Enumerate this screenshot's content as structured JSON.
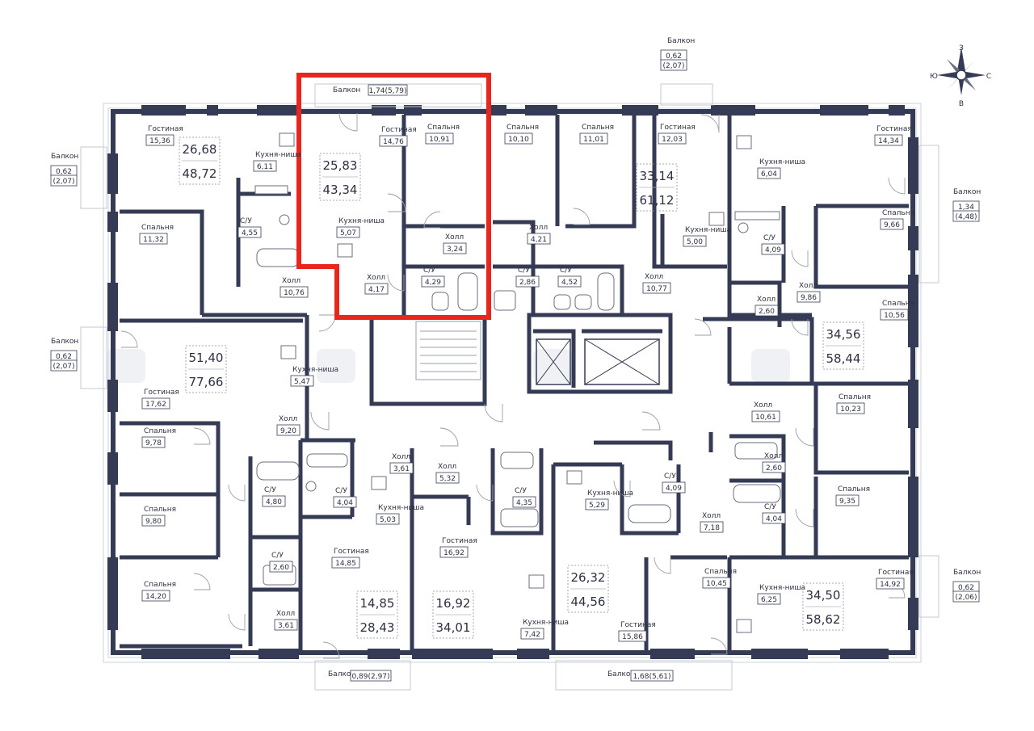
{
  "colors": {
    "wall": "#363b55",
    "highlight": "#e8261d",
    "text": "#2d3142"
  },
  "compass": {
    "n": "З",
    "w": "Ю",
    "e": "С",
    "s": "В"
  },
  "apartments": [
    {
      "id": "a1",
      "living": "26,68",
      "total": "48,72"
    },
    {
      "id": "a2",
      "living": "25,83",
      "total": "43,34",
      "highlighted": true
    },
    {
      "id": "a3",
      "living": "33,14",
      "total": "61,12"
    },
    {
      "id": "a4",
      "living": "51,40",
      "total": "77,66"
    },
    {
      "id": "a5",
      "living": "34,56",
      "total": "58,44"
    },
    {
      "id": "a6",
      "living": "14,85",
      "total": "28,43"
    },
    {
      "id": "a7",
      "living": "16,92",
      "total": "34,01"
    },
    {
      "id": "a8",
      "living": "26,32",
      "total": "44,56"
    },
    {
      "id": "a9",
      "living": "34,50",
      "total": "58,62"
    }
  ],
  "rooms": [
    {
      "label": "Гостиная",
      "value": "15,36"
    },
    {
      "label": "Кухня-ниша",
      "value": "6,11"
    },
    {
      "label": "С/У",
      "value": "4,55"
    },
    {
      "label": "Спальня",
      "value": "11,32"
    },
    {
      "label": "Холл",
      "value": "10,76"
    },
    {
      "label": "Гостиная",
      "value": "14,76"
    },
    {
      "label": "Спальня",
      "value": "10,91"
    },
    {
      "label": "Кухня-ниша",
      "value": "5,07"
    },
    {
      "label": "Холл",
      "value": "3,24"
    },
    {
      "label": "Холл",
      "value": "4,17"
    },
    {
      "label": "С/У",
      "value": "4,29"
    },
    {
      "label": "Спальня",
      "value": "10,10"
    },
    {
      "label": "Холл",
      "value": "4,21"
    },
    {
      "label": "С/У",
      "value": "2,86"
    },
    {
      "label": "Спальня",
      "value": "11,01"
    },
    {
      "label": "С/У",
      "value": "4,52"
    },
    {
      "label": "Гостиная",
      "value": "12,03"
    },
    {
      "label": "Кухня-ниша",
      "value": "5,00"
    },
    {
      "label": "Холл",
      "value": "10,77"
    },
    {
      "label": "Гостиная",
      "value": "14,34"
    },
    {
      "label": "Кухня-ниша",
      "value": "6,04"
    },
    {
      "label": "С/У",
      "value": "4,09"
    },
    {
      "label": "Спальня",
      "value": "9,66"
    },
    {
      "label": "Холл",
      "value": "9,86"
    },
    {
      "label": "Холл",
      "value": "2,60"
    },
    {
      "label": "Спальня",
      "value": "10,56"
    },
    {
      "label": "Кухня-ниша",
      "value": "5,47"
    },
    {
      "label": "Гостиная",
      "value": "17,62"
    },
    {
      "label": "Холл",
      "value": "9,20"
    },
    {
      "label": "Спальня",
      "value": "9,78"
    },
    {
      "label": "С/У",
      "value": "4,80"
    },
    {
      "label": "Спальня",
      "value": "9,80"
    },
    {
      "label": "С/У",
      "value": "2,60"
    },
    {
      "label": "Спальня",
      "value": "14,20"
    },
    {
      "label": "Холл",
      "value": "3,61"
    },
    {
      "label": "Холл",
      "value": "3,61"
    },
    {
      "label": "С/У",
      "value": "4,04"
    },
    {
      "label": "Кухня-ниша",
      "value": "5,03"
    },
    {
      "label": "Гостиная",
      "value": "14,85"
    },
    {
      "label": "Холл",
      "value": "5,32"
    },
    {
      "label": "С/У",
      "value": "4,35"
    },
    {
      "label": "Гостиная",
      "value": "16,92"
    },
    {
      "label": "Кухня-ниша",
      "value": "7,42"
    },
    {
      "label": "Кухня-ниша",
      "value": "5,29"
    },
    {
      "label": "С/У",
      "value": "4,09"
    },
    {
      "label": "Холл",
      "value": "7,18"
    },
    {
      "label": "Спальня",
      "value": "10,45"
    },
    {
      "label": "Гостиная",
      "value": "15,86"
    },
    {
      "label": "Холл",
      "value": "10,61"
    },
    {
      "label": "Спальня",
      "value": "10,23"
    },
    {
      "label": "Холл",
      "value": "2,60"
    },
    {
      "label": "С/У",
      "value": "4,04"
    },
    {
      "label": "Спальня",
      "value": "9,35"
    },
    {
      "label": "Кухня-ниша",
      "value": "6,25"
    },
    {
      "label": "Гостиная",
      "value": "14,92"
    }
  ],
  "balconies": [
    {
      "label": "Балкон",
      "value": "1,74(5,79)"
    },
    {
      "label": "Балкон",
      "value": "0,62",
      "value2": "(2,07)"
    },
    {
      "label": "Балкон",
      "value": "0,62",
      "value2": "(2,07)"
    },
    {
      "label": "Балкон",
      "value": "0,62",
      "value2": "(2,07)"
    },
    {
      "label": "Балкон",
      "value": "1,34",
      "value2": "(4,48)"
    },
    {
      "label": "Балкон",
      "value": "0,62",
      "value2": "(2,06)"
    },
    {
      "label": "Балкон",
      "value": "0,89(2,97)"
    },
    {
      "label": "Балкон",
      "value": "1,68(5,61)"
    }
  ]
}
